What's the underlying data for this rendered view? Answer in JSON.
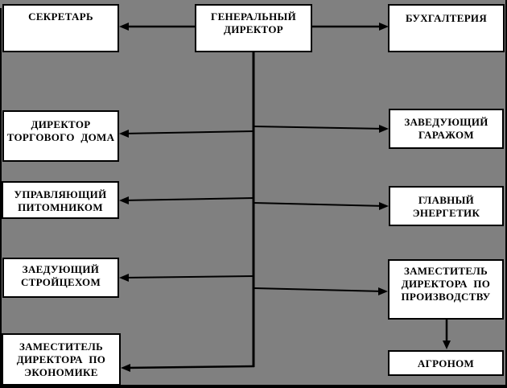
{
  "diagram": {
    "type": "org-chart",
    "colors": {
      "background": "#808080",
      "box_fill": "#ffffff",
      "box_border": "#000000",
      "line": "#000000",
      "text": "#000000"
    },
    "nodes": {
      "director": {
        "lines": [
          "ГЕНЕРАЛЬНЫЙ",
          "ДИРЕКТОР"
        ]
      },
      "secretary": {
        "lines": [
          "СЕКРЕТАРЬ"
        ]
      },
      "accounting": {
        "lines": [
          "БУХГАЛТЕРИЯ"
        ]
      },
      "trade_house": {
        "lines": [
          "ДИРЕКТОР",
          "ТОРГОВОГО ДОМА"
        ]
      },
      "nursery": {
        "lines": [
          "УПРАВЛЯЮЩИЙ",
          "ПИТОМНИКОМ"
        ]
      },
      "build_shop": {
        "lines": [
          "ЗАЕДУЮЩИЙ",
          "СТРОЙЦЕХОМ"
        ]
      },
      "deputy_economics": {
        "lines": [
          "ЗАМЕСТИТЕЛЬ",
          "ДИРЕКТОРА ПО",
          "ЭКОНОМИКЕ"
        ]
      },
      "garage": {
        "lines": [
          "ЗАВЕДУЮЩИЙ",
          "ГАРАЖОМ"
        ]
      },
      "chief_power": {
        "lines": [
          "ГЛАВНЫЙ",
          "ЭНЕРГЕТИК"
        ]
      },
      "deputy_production": {
        "lines": [
          "ЗАМЕСТИТЕЛЬ",
          "ДИРЕКТОРА ПО",
          "ПРОИЗВОДСТВУ"
        ]
      },
      "agronomist": {
        "lines": [
          "АГРОНОМ"
        ]
      }
    },
    "edges": [
      {
        "from": "director",
        "to": "secretary",
        "style": "arrow"
      },
      {
        "from": "director",
        "to": "accounting",
        "style": "arrow"
      },
      {
        "from": "director",
        "to": "trade_house",
        "style": "arrow"
      },
      {
        "from": "director",
        "to": "garage",
        "style": "arrow"
      },
      {
        "from": "director",
        "to": "nursery",
        "style": "arrow"
      },
      {
        "from": "director",
        "to": "chief_power",
        "style": "arrow"
      },
      {
        "from": "director",
        "to": "build_shop",
        "style": "arrow"
      },
      {
        "from": "director",
        "to": "deputy_production",
        "style": "arrow"
      },
      {
        "from": "director",
        "to": "deputy_economics",
        "style": "arrow"
      },
      {
        "from": "deputy_production",
        "to": "agronomist",
        "style": "arrow"
      }
    ]
  }
}
